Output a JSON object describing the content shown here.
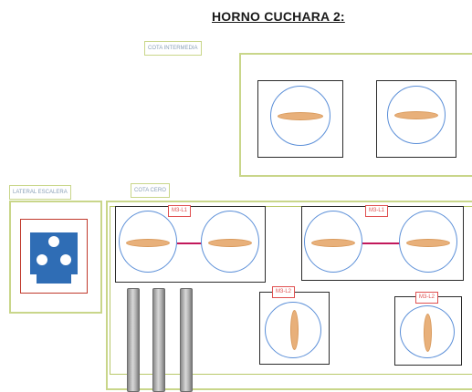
{
  "title": "HORNO CUCHARA 2:",
  "sections": {
    "intermediate": "COTA INTERMEDIA",
    "stair_side": "LATERAL ESCALERA",
    "zero": "COTA CERO"
  },
  "tags": {
    "top_left": "M3-L1",
    "top_right": "M3-L1",
    "bottom_left": "M3-L2",
    "bottom_right": "M3-L2"
  },
  "colors": {
    "frame": "#c9d68a",
    "circle": "#5b8fd8",
    "pill": "#e8b07a",
    "tag": "#e05050",
    "socket": "#2f6db5"
  }
}
